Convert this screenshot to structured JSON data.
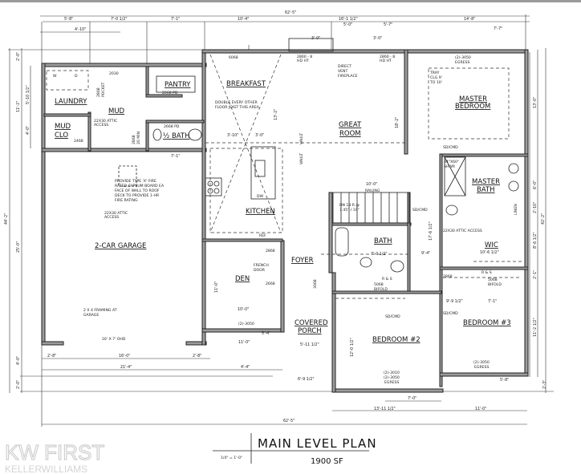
{
  "plan": {
    "title": "MAIN LEVEL PLAN",
    "area": "1900 SF",
    "scale": "1/4\" = 1'-0\""
  },
  "rooms": {
    "laundry": "LAUNDRY",
    "mud": "MUD",
    "mud_clo": [
      "MUD",
      "CLO"
    ],
    "pantry": "PANTRY",
    "half_bath": "½ BATH",
    "breakfast": "BREAKFAST",
    "kitchen": "KITCHEN",
    "great_room": [
      "GREAT",
      "ROOM"
    ],
    "master_bedroom": [
      "MASTER",
      "BEDROOM"
    ],
    "master_bath": [
      "MASTER",
      "BATH"
    ],
    "wic": "WIC",
    "garage": "2-CAR GARAGE",
    "den": "DEN",
    "foyer": "FOYER",
    "bath": "BATH",
    "covered_porch": [
      "COVERED",
      "PORCH"
    ],
    "bedroom2": "BEDROOM #2",
    "bedroom3": "BEDROOM #3"
  },
  "notes": {
    "fire_rating": [
      "PROVIDE TYPE 'X' FIRE",
      "RATED GYPSUM BOARD EA",
      "FACE OF WALL TO ROOF",
      "DECK TO PROVIDE 1-HR",
      "FIRE RATING"
    ],
    "attic_access_1": [
      "22X30 ATTIC",
      "ACCESS"
    ],
    "attic_access_2": [
      "22X30 ATTIC",
      "ACCESS"
    ],
    "attic_access_3": "22X30 ATTIC ACCESS",
    "joist": [
      "DOUBLE EVERY OTHER",
      "FLOOR JOIST THIS AREA"
    ],
    "fireplace": [
      "DIRECT",
      "VENT",
      "FIREPLACE"
    ],
    "window_left": [
      "2860 - 8",
      "HD HT"
    ],
    "window_right": [
      "2860 - 8",
      "HD HT"
    ],
    "master_window": [
      "(2)-3050",
      "EGRESS"
    ],
    "tray": [
      "TRAY",
      "CLG 9'",
      "TO 10'"
    ],
    "framing": [
      "2 X 4 FRAMING AT",
      "GARAGE"
    ],
    "garage_door": "16' X 7' OHD",
    "french_door": [
      "FRENCH",
      "DOOR"
    ],
    "den_window": "(2)-3050",
    "bed2_window": [
      "(2)-3010",
      "(2)-3050",
      "EGRESS"
    ],
    "bed3_window": [
      "(2)-3050",
      "EGRESS"
    ],
    "bifold_1": [
      "5068",
      "BIFOLD"
    ],
    "bifold_2": [
      "5068",
      "BIFOLD"
    ],
    "railing": "RAILING",
    "stairs": [
      "DN 13 R @",
      "7.45\" / 10\""
    ],
    "shower": [
      "34\"X60\"",
      "SHWR"
    ],
    "sd_cmd": "SD/CMD",
    "vault": "VAULT",
    "linen": "LINEN",
    "pocket": [
      "2868",
      "POCKET"
    ],
    "pantry_door": "2668 PD",
    "bath_door": "2668 PD",
    "door_2030": "2030",
    "door_6068": "6068",
    "door_2468": "2468",
    "door_2868": "2868",
    "door_2868_20min": [
      "2868",
      "20 MIN"
    ],
    "door_3068": "3068",
    "door_2668": "2668",
    "ref": "REF",
    "dw": "DW",
    "w": "W",
    "d": "D",
    "rs": "R & S"
  },
  "dimensions": {
    "overall_width": "62'-5\"",
    "overall_depth": "44'-2\"",
    "top": [
      "5'-8\"",
      "7'-0 1/2\"",
      "7'-1\"",
      "10'-4\"",
      "16'-1 1/2\"",
      "14'-8\""
    ],
    "top2": [
      "4'-10\"",
      "5'-0\"",
      "5'-7\"",
      "7'-7\"",
      "3'-0\"",
      "3'-0\""
    ],
    "left": [
      "2'-0\"",
      "11'-2\"",
      "5'-10 1/2\"",
      "4'-0\"",
      "25'-0\"",
      "4'-0\"",
      "2'-0\""
    ],
    "right": [
      "13'-0\"",
      "6'-0\"",
      "2'-10\"",
      "8'-6 1/2\"",
      "2'-1\"",
      "11'-2 1/2\"",
      "2'-3\"",
      "42'-2\""
    ],
    "bottom1": [
      "2'-8\"",
      "16'-0\"",
      "2'-8\"",
      "11'-0\"",
      "5'-4\"",
      "5'-8\"",
      "7'-0\""
    ],
    "bottom2": [
      "21'-4\"",
      "4'-4\"",
      "6'-9 1/2\"",
      "13'-11 1/2\"",
      "11'-0\"",
      "5'-11 1/2\""
    ],
    "interior": [
      "7'-1\"",
      "10'-0\"",
      "11'-0\"",
      "12'-0 1/2\"",
      "13'-2\"",
      "10'-0\"",
      "3'-10\"",
      "3'-0\"",
      "7'-0 1/2\"",
      "9'-4\"",
      "10'-6 1/2\"",
      "7'-1\"",
      "9'-9 1/2\"",
      "18'-2\"",
      "17'-6 1/2\""
    ]
  },
  "branding": {
    "logo_main": "KW FIRST",
    "logo_sub": "KELLERWILLIAMS"
  }
}
